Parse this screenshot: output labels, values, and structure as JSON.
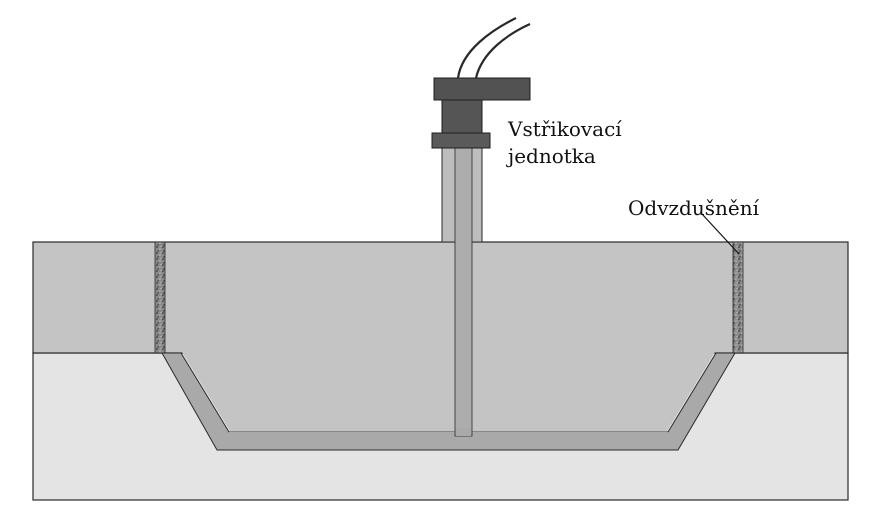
{
  "labels": {
    "injection_unit_line1": "Vstřikovací",
    "injection_unit_line2": "jednotka",
    "vent": "Odvzdušnění"
  },
  "colors": {
    "upper_mold": "#c4c4c4",
    "lower_mold": "#e4e4e4",
    "cavity_fill": "#c0c0c0",
    "cavity_wall": "#a9a9a9",
    "nozzle": "#adadad",
    "injector_body": "#555555",
    "vent_porous": "#707070",
    "outline": "#2a2a2a"
  }
}
